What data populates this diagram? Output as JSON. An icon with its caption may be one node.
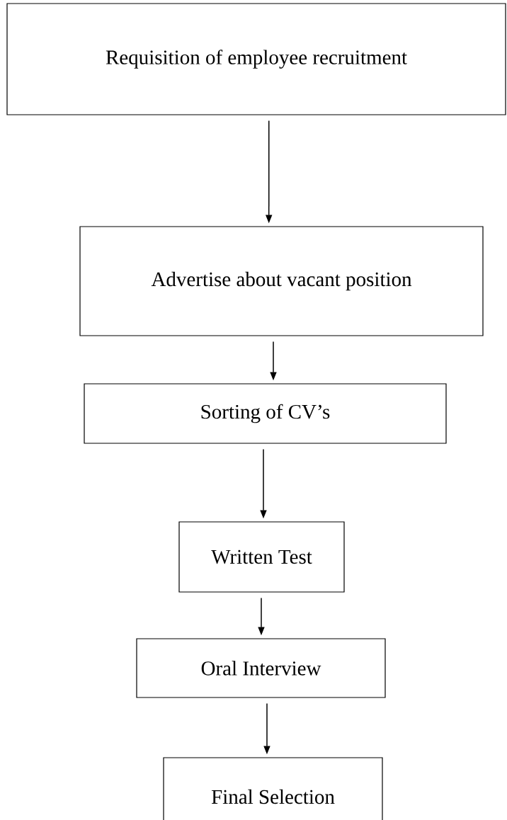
{
  "diagram": {
    "nodes": [
      {
        "text": [
          "Requisition of employee recruitment"
        ]
      },
      {
        "text": [
          "Advertise about vacant position"
        ]
      },
      {
        "text": [
          "Sorting of CV’s"
        ]
      },
      {
        "text": [
          "Written Test"
        ]
      },
      {
        "text": [
          "Oral Interview"
        ]
      },
      {
        "text": [
          "Final Selection"
        ]
      }
    ],
    "edges": [
      {
        "from": 0,
        "to": 1,
        "arrow": "to"
      },
      {
        "from": 1,
        "to": 2,
        "arrow": "to"
      },
      {
        "from": 2,
        "to": 3,
        "arrow": "to"
      },
      {
        "from": 3,
        "to": 4,
        "arrow": "to"
      },
      {
        "from": 4,
        "to": 5,
        "arrow": "to"
      }
    ]
  }
}
